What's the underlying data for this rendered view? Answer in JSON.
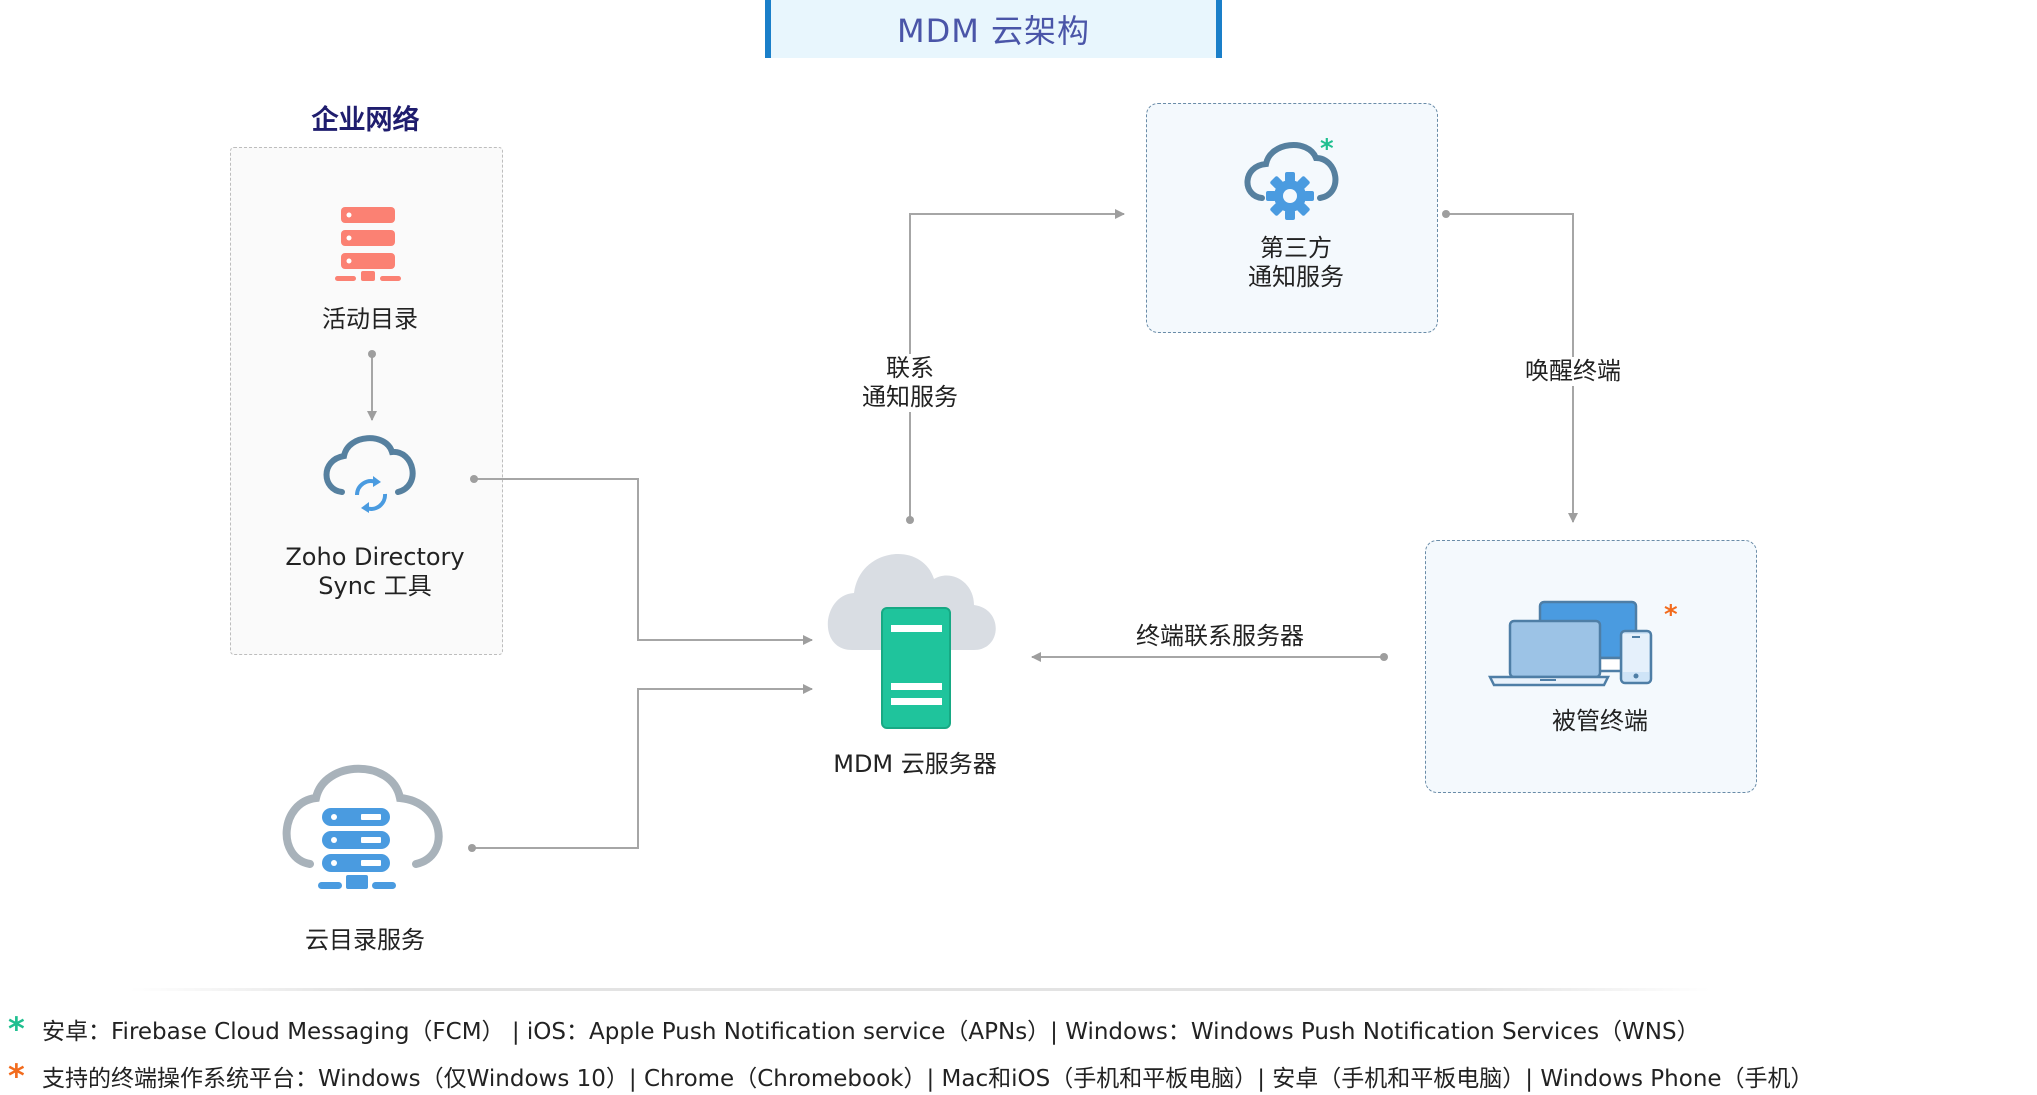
{
  "title": "MDM 云架构",
  "colors": {
    "title_text": "#4a55a8",
    "title_border": "#1a7fc9",
    "accent_green": "#1fbf8f",
    "accent_orange": "#f26b1d",
    "connector": "#9e9e9e",
    "active_directory_icon": "#fb8173",
    "server_green": "#1fc49c",
    "icon_blue": "#4a9be0",
    "icon_steel": "#56809f"
  },
  "enterprise_network": {
    "title": "企业网络",
    "active_directory": {
      "label": "活动目录",
      "icon": "server-stack-icon"
    },
    "zoho_sync": {
      "label_line1": "Zoho Directory",
      "label_line2": "Sync 工具",
      "icon": "cloud-sync-icon"
    }
  },
  "cloud_directory": {
    "label": "云目录服务",
    "icon": "cloud-server-icon"
  },
  "mdm_server": {
    "label": "MDM 云服务器",
    "icon": "cloud-server-green-icon"
  },
  "third_party": {
    "label_line1": "第三方",
    "label_line2": "通知服务",
    "icon": "cloud-gear-icon",
    "marker": "*"
  },
  "managed_devices": {
    "label": "被管终端",
    "icon": "devices-icon",
    "marker": "*"
  },
  "connectors": {
    "contact_notify_line1": "联系",
    "contact_notify_line2": "通知服务",
    "wake_device": "唤醒终端",
    "device_contact_server": "终端联系服务器"
  },
  "footnotes": [
    {
      "marker": "*",
      "color": "#1fbf8f",
      "text": "安卓：Firebase Cloud Messaging（FCM） | iOS：Apple Push Notification service（APNs）| Windows：Windows Push Notification Services（WNS）"
    },
    {
      "marker": "*",
      "color": "#f26b1d",
      "text": "支持的终端操作系统平台：Windows（仅Windows 10）| Chrome（Chromebook）| Mac和iOS（手机和平板电脑）| 安卓（手机和平板电脑）| Windows Phone（手机）"
    }
  ]
}
